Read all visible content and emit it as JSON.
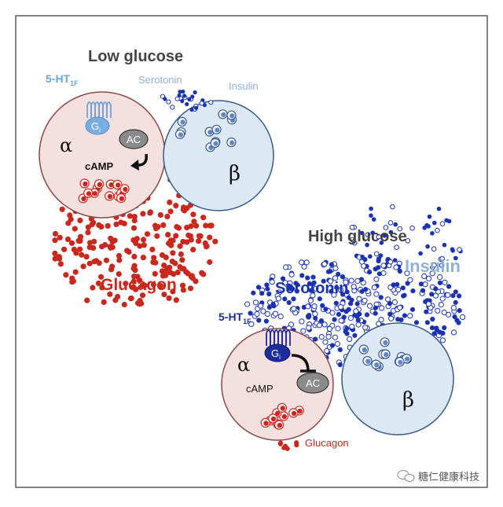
{
  "low_glucose": {
    "title": "Low glucose",
    "receptor_prefix": "5-HT",
    "receptor_sub": "1F",
    "serotonin_label": "Serotonin",
    "insulin_label": "Insulin",
    "gi_label": "G",
    "gi_sub": "i",
    "ac_label": "AC",
    "camp_label": "cAMP",
    "alpha_label": "α",
    "beta_label": "β",
    "glucagon_label": "Glucagon"
  },
  "high_glucose": {
    "title": "High glucose",
    "serotonin_label": "Serotonin",
    "insulin_label": "Insulin",
    "receptor_prefix": "5-HT",
    "receptor_sub": "1F",
    "gi_label": "G",
    "gi_sub": "i",
    "ac_label": "AC",
    "camp_label": "cAMP",
    "alpha_label": "α",
    "beta_label": "β",
    "glucagon_label": "Glucagon"
  },
  "watermark": {
    "text": "糖仁健康科技"
  },
  "colors": {
    "alpha_cell_fill": "#f4e1df",
    "alpha_cell_stroke": "#8a4a4a",
    "beta_cell_fill": "#dce8f4",
    "beta_cell_stroke": "#3a5a86",
    "glucagon": "#c8281e",
    "serotonin": "#1c33b0",
    "insulin": "#8fb1d8",
    "title": "#444444",
    "low_receptor": "#6ea3d8",
    "high_receptor": "#1c2e9c"
  }
}
